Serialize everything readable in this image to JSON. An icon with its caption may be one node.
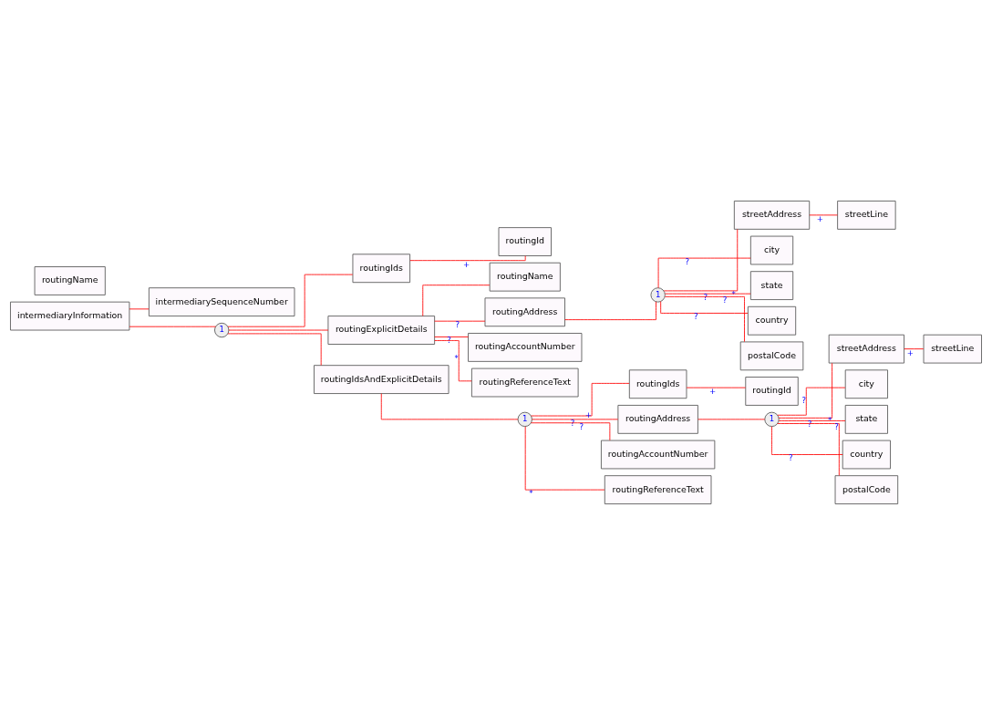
{
  "diagram": {
    "nodes": [
      {
        "text": [
          "intermediaryInformation"
        ]
      },
      {
        "text": [
          "intermediarySequenceNumber"
        ]
      },
      {
        "text": [
          "1"
        ]
      },
      {
        "text": [
          "routingIds"
        ]
      },
      {
        "text": [
          "routingId"
        ]
      },
      {
        "text": [
          "routingExplicitDetails"
        ]
      },
      {
        "text": [
          "routingName"
        ]
      },
      {
        "text": [
          "routingAddress"
        ]
      },
      {
        "text": [
          "1"
        ]
      },
      {
        "text": [
          "streetAddress"
        ]
      },
      {
        "text": [
          "streetLine"
        ]
      },
      {
        "text": [
          "city"
        ]
      },
      {
        "text": [
          "state"
        ]
      },
      {
        "text": [
          "country"
        ]
      },
      {
        "text": [
          "postalCode"
        ]
      },
      {
        "text": [
          "routingAccountNumber"
        ]
      },
      {
        "text": [
          "routingReferenceText"
        ]
      },
      {
        "text": [
          "routingIdsAndExplicitDetails"
        ]
      },
      {
        "text": [
          "1"
        ]
      },
      {
        "text": [
          "routingIds"
        ]
      },
      {
        "text": [
          "routingId"
        ]
      },
      {
        "text": [
          "routingName"
        ]
      },
      {
        "text": [
          "routingAddress"
        ]
      },
      {
        "text": [
          "1"
        ]
      },
      {
        "text": [
          "streetAddress"
        ]
      },
      {
        "text": [
          "streetLine"
        ]
      },
      {
        "text": [
          "city"
        ]
      },
      {
        "text": [
          "state"
        ]
      },
      {
        "text": [
          "country"
        ]
      },
      {
        "text": [
          "postalCode"
        ]
      },
      {
        "text": [
          "routingAccountNumber"
        ]
      },
      {
        "text": [
          "routingReferenceText"
        ]
      }
    ],
    "edges": [
      {
        "from": 0,
        "to": 1,
        "arrow": "none"
      },
      {
        "from": 0,
        "to": 2,
        "arrow": "none"
      },
      {
        "from": 2,
        "to": 3,
        "arrow": "none"
      },
      {
        "from": 3,
        "to": 4,
        "arrow": "none",
        "label": "+"
      },
      {
        "from": 2,
        "to": 5,
        "arrow": "none"
      },
      {
        "from": 5,
        "to": 6,
        "arrow": "none"
      },
      {
        "from": 5,
        "to": 7,
        "arrow": "none",
        "label": "?"
      },
      {
        "from": 7,
        "to": 8,
        "arrow": "none"
      },
      {
        "from": 8,
        "to": 9,
        "arrow": "none",
        "label": "*"
      },
      {
        "from": 9,
        "to": 10,
        "arrow": "none",
        "label": "+"
      },
      {
        "from": 8,
        "to": 11,
        "arrow": "none",
        "label": "?"
      },
      {
        "from": 8,
        "to": 12,
        "arrow": "none",
        "label": "?"
      },
      {
        "from": 8,
        "to": 13,
        "arrow": "none",
        "label": "?"
      },
      {
        "from": 8,
        "to": 14,
        "arrow": "none",
        "label": "?"
      },
      {
        "from": 5,
        "to": 15,
        "arrow": "none",
        "label": "?"
      },
      {
        "from": 5,
        "to": 16,
        "arrow": "none",
        "label": "*"
      },
      {
        "from": 2,
        "to": 17,
        "arrow": "none"
      },
      {
        "from": 17,
        "to": 18,
        "arrow": "none"
      },
      {
        "from": 18,
        "to": 19,
        "arrow": "none",
        "label": "+"
      },
      {
        "from": 19,
        "to": 20,
        "arrow": "none",
        "label": "+"
      },
      {
        "from": 18,
        "to": 22,
        "arrow": "none",
        "label": "?"
      },
      {
        "from": 22,
        "to": 23,
        "arrow": "none"
      },
      {
        "from": 23,
        "to": 24,
        "arrow": "none",
        "label": "*"
      },
      {
        "from": 24,
        "to": 25,
        "arrow": "none",
        "label": "+"
      },
      {
        "from": 23,
        "to": 26,
        "arrow": "none",
        "label": "?"
      },
      {
        "from": 23,
        "to": 27,
        "arrow": "none",
        "label": "?"
      },
      {
        "from": 23,
        "to": 28,
        "arrow": "none",
        "label": "?"
      },
      {
        "from": 23,
        "to": 29,
        "arrow": "none",
        "label": "?"
      },
      {
        "from": 18,
        "to": 30,
        "arrow": "none",
        "label": "?"
      },
      {
        "from": 18,
        "to": 31,
        "arrow": "none",
        "label": "*"
      }
    ]
  }
}
